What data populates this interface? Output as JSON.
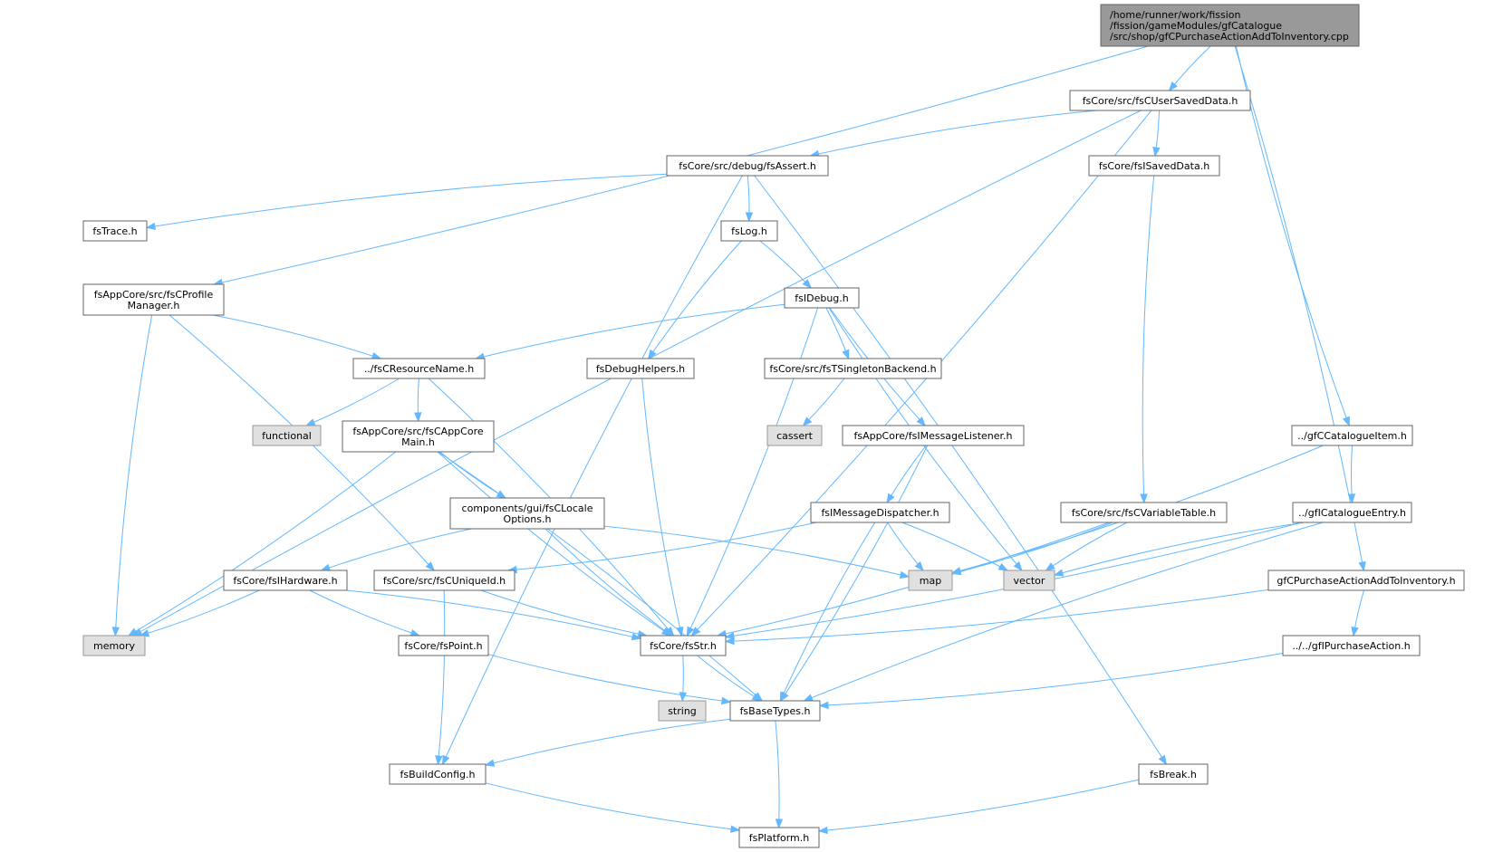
{
  "graph": {
    "colors": {
      "edge": "#63b8ff",
      "root_fill": "#999999",
      "root_stroke": "#666666",
      "header_fill": "#ffffff",
      "header_stroke": "#666666",
      "system_fill": "#e0e0e0",
      "system_stroke": "#999999"
    },
    "nodes": [
      {
        "id": "root",
        "kind": "root",
        "lines": [
          "/home/runner/work/fission",
          "/fission/gameModules/gfCatalogue",
          "/src/shop/gfCPurchaseActionAddToInventory.cpp"
        ]
      },
      {
        "id": "usersaveddata",
        "kind": "header",
        "lines": [
          "fsCore/src/fsCUserSavedData.h"
        ]
      },
      {
        "id": "assert",
        "kind": "header",
        "lines": [
          "fsCore/src/debug/fsAssert.h"
        ]
      },
      {
        "id": "isaveddata",
        "kind": "header",
        "lines": [
          "fsCore/fsISavedData.h"
        ]
      },
      {
        "id": "trace",
        "kind": "header",
        "lines": [
          "fsTrace.h"
        ]
      },
      {
        "id": "log",
        "kind": "header",
        "lines": [
          "fsLog.h"
        ]
      },
      {
        "id": "profilemanager",
        "kind": "header",
        "lines": [
          "fsAppCore/src/fsCProfile",
          "Manager.h"
        ]
      },
      {
        "id": "idebug",
        "kind": "header",
        "lines": [
          "fsIDebug.h"
        ]
      },
      {
        "id": "resourcename",
        "kind": "header",
        "lines": [
          "../fsCResourceName.h"
        ]
      },
      {
        "id": "debughelpers",
        "kind": "header",
        "lines": [
          "fsDebugHelpers.h"
        ]
      },
      {
        "id": "singletonbackend",
        "kind": "header",
        "lines": [
          "fsCore/src/fsTSingletonBackend.h"
        ]
      },
      {
        "id": "functional",
        "kind": "system",
        "lines": [
          "functional"
        ]
      },
      {
        "id": "appcoremain",
        "kind": "header",
        "lines": [
          "fsAppCore/src/fsCAppCore",
          "Main.h"
        ]
      },
      {
        "id": "cassert",
        "kind": "system",
        "lines": [
          "cassert"
        ]
      },
      {
        "id": "imessagelistener",
        "kind": "header",
        "lines": [
          "fsAppCore/fsIMessageListener.h"
        ]
      },
      {
        "id": "catalogueitem",
        "kind": "header",
        "lines": [
          "../gfCCatalogueItem.h"
        ]
      },
      {
        "id": "localeoptions",
        "kind": "header",
        "lines": [
          "components/gui/fsCLocale",
          "Options.h"
        ]
      },
      {
        "id": "imessagedispatcher",
        "kind": "header",
        "lines": [
          "fsIMessageDispatcher.h"
        ]
      },
      {
        "id": "variabletable",
        "kind": "header",
        "lines": [
          "fsCore/src/fsCVariableTable.h"
        ]
      },
      {
        "id": "icatalogueentry",
        "kind": "header",
        "lines": [
          "../gfICatalogueEntry.h"
        ]
      },
      {
        "id": "ihardware",
        "kind": "header",
        "lines": [
          "fsCore/fsIHardware.h"
        ]
      },
      {
        "id": "uniqueid",
        "kind": "header",
        "lines": [
          "fsCore/src/fsCUniqueId.h"
        ]
      },
      {
        "id": "map",
        "kind": "system",
        "lines": [
          "map"
        ]
      },
      {
        "id": "vector",
        "kind": "system",
        "lines": [
          "vector"
        ]
      },
      {
        "id": "purchaseactionh",
        "kind": "header",
        "lines": [
          "gfCPurchaseActionAddToInventory.h"
        ]
      },
      {
        "id": "memory",
        "kind": "system",
        "lines": [
          "memory"
        ]
      },
      {
        "id": "point",
        "kind": "header",
        "lines": [
          "fsCore/fsPoint.h"
        ]
      },
      {
        "id": "str",
        "kind": "header",
        "lines": [
          "fsCore/fsStr.h"
        ]
      },
      {
        "id": "ipurchaseaction",
        "kind": "header",
        "lines": [
          "../../gfIPurchaseAction.h"
        ]
      },
      {
        "id": "string",
        "kind": "system",
        "lines": [
          "string"
        ]
      },
      {
        "id": "basetypes",
        "kind": "header",
        "lines": [
          "fsBaseTypes.h"
        ]
      },
      {
        "id": "buildconfig",
        "kind": "header",
        "lines": [
          "fsBuildConfig.h"
        ]
      },
      {
        "id": "break",
        "kind": "header",
        "lines": [
          "fsBreak.h"
        ]
      },
      {
        "id": "platform",
        "kind": "header",
        "lines": [
          "fsPlatform.h"
        ]
      }
    ],
    "edges": [
      [
        "root",
        "usersaveddata"
      ],
      [
        "root",
        "profilemanager"
      ],
      [
        "root",
        "catalogueitem"
      ],
      [
        "root",
        "purchaseactionh"
      ],
      [
        "usersaveddata",
        "assert"
      ],
      [
        "usersaveddata",
        "isaveddata"
      ],
      [
        "usersaveddata",
        "memory"
      ],
      [
        "usersaveddata",
        "str"
      ],
      [
        "assert",
        "trace"
      ],
      [
        "assert",
        "log"
      ],
      [
        "assert",
        "buildconfig"
      ],
      [
        "assert",
        "break"
      ],
      [
        "isaveddata",
        "variabletable"
      ],
      [
        "log",
        "idebug"
      ],
      [
        "log",
        "debughelpers"
      ],
      [
        "profilemanager",
        "resourcename"
      ],
      [
        "profilemanager",
        "memory"
      ],
      [
        "profilemanager",
        "uniqueid"
      ],
      [
        "idebug",
        "resourcename"
      ],
      [
        "idebug",
        "singletonbackend"
      ],
      [
        "idebug",
        "imessagelistener"
      ],
      [
        "idebug",
        "str"
      ],
      [
        "idebug",
        "vector"
      ],
      [
        "resourcename",
        "functional"
      ],
      [
        "resourcename",
        "appcoremain"
      ],
      [
        "resourcename",
        "str"
      ],
      [
        "debughelpers",
        "str"
      ],
      [
        "singletonbackend",
        "cassert"
      ],
      [
        "appcoremain",
        "localeoptions"
      ],
      [
        "appcoremain",
        "memory"
      ],
      [
        "appcoremain",
        "str"
      ],
      [
        "appcoremain",
        "basetypes"
      ],
      [
        "imessagelistener",
        "imessagedispatcher"
      ],
      [
        "imessagelistener",
        "basetypes"
      ],
      [
        "catalogueitem",
        "icatalogueentry"
      ],
      [
        "catalogueitem",
        "map"
      ],
      [
        "localeoptions",
        "ihardware"
      ],
      [
        "localeoptions",
        "map"
      ],
      [
        "localeoptions",
        "str"
      ],
      [
        "imessagedispatcher",
        "uniqueid"
      ],
      [
        "imessagedispatcher",
        "map"
      ],
      [
        "imessagedispatcher",
        "vector"
      ],
      [
        "imessagedispatcher",
        "basetypes"
      ],
      [
        "variabletable",
        "map"
      ],
      [
        "variabletable",
        "vector"
      ],
      [
        "variabletable",
        "str"
      ],
      [
        "icatalogueentry",
        "vector"
      ],
      [
        "icatalogueentry",
        "str"
      ],
      [
        "icatalogueentry",
        "basetypes"
      ],
      [
        "ihardware",
        "memory"
      ],
      [
        "ihardware",
        "point"
      ],
      [
        "ihardware",
        "str"
      ],
      [
        "uniqueid",
        "str"
      ],
      [
        "uniqueid",
        "buildconfig"
      ],
      [
        "purchaseactionh",
        "ipurchaseaction"
      ],
      [
        "purchaseactionh",
        "str"
      ],
      [
        "point",
        "basetypes"
      ],
      [
        "str",
        "string"
      ],
      [
        "str",
        "basetypes"
      ],
      [
        "ipurchaseaction",
        "basetypes"
      ],
      [
        "basetypes",
        "buildconfig"
      ],
      [
        "basetypes",
        "platform"
      ],
      [
        "buildconfig",
        "platform"
      ],
      [
        "break",
        "platform"
      ]
    ]
  }
}
